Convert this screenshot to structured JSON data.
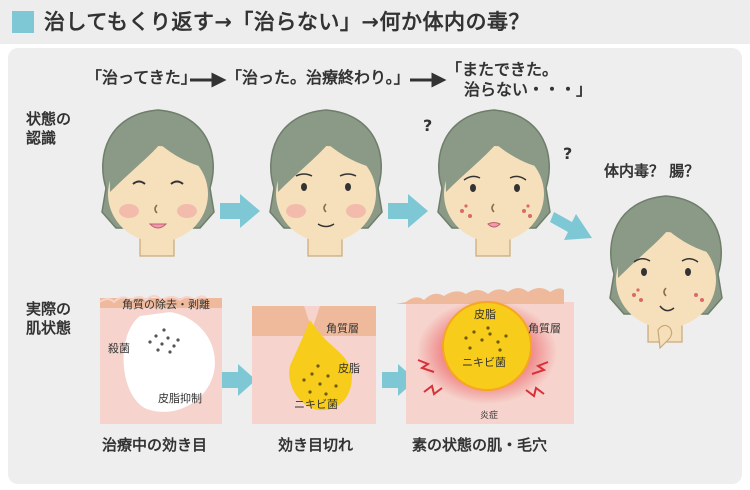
{
  "header": {
    "title": "治してもくり返す→「治らない」→何か体内の毒？"
  },
  "rows": {
    "perception_label": "状態の\n認識",
    "skin_label": "実際の\n肌状態"
  },
  "stages": {
    "s1": "「治ってきた」",
    "s2": "「治った。治療終わり。」",
    "s3_line1": "「またできた。",
    "s3_line2": "治らない・・・」"
  },
  "final": {
    "label": "体内毒？ 腸？"
  },
  "question_marks": [
    "?",
    "?"
  ],
  "skin": {
    "panel1": {
      "top": "角質の除去・剥離",
      "bacteria": "殺菌",
      "sebum": "皮脂抑制",
      "caption": "治療中の効き目"
    },
    "panel2": {
      "stratum": "角質層",
      "sebum": "皮脂",
      "acne": "ニキビ菌",
      "caption": "効き目切れ"
    },
    "panel3": {
      "sebum": "皮脂",
      "stratum": "角質層",
      "acne": "ニキビ菌",
      "inflammation": "炎症",
      "caption": "素の状態の肌・毛穴"
    }
  },
  "colors": {
    "accent": "#7ec8d6",
    "hair": "#8a9a86",
    "skin": "#f6e0bb",
    "cheek": "#f2b2a8",
    "dermis": "#f6d3cc",
    "stratum": "#efb99b",
    "sebum": "#f8cc1a",
    "inflammation": "#d8313a"
  }
}
